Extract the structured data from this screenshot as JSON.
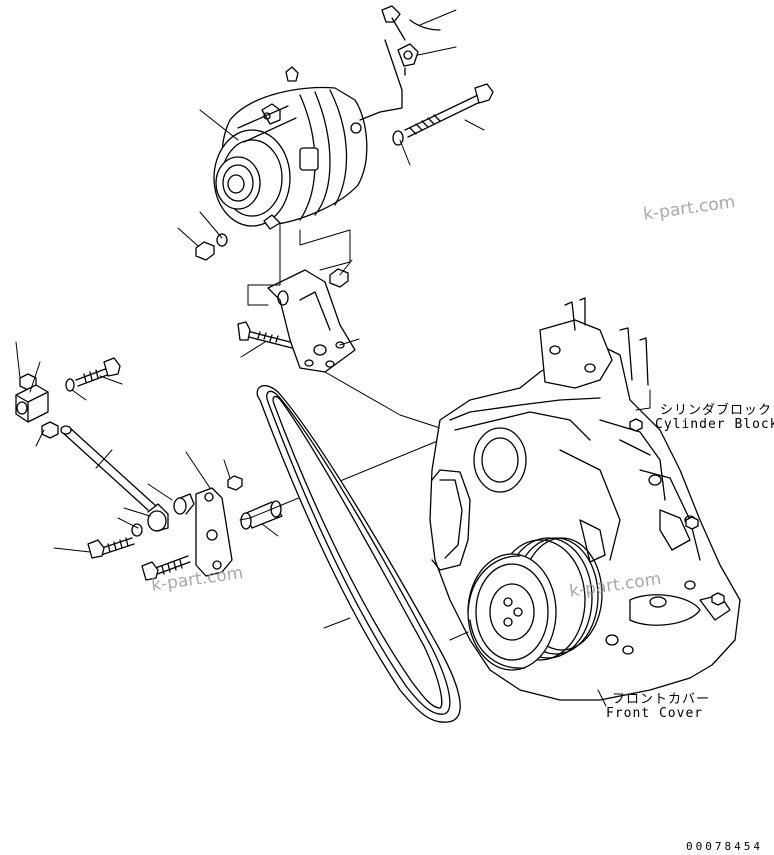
{
  "labels": {
    "cylinder_block_jp": "シリンダブロック",
    "cylinder_block_en": "Cylinder Block",
    "front_cover_jp": "フロントカバー",
    "front_cover_en": "Front Cover"
  },
  "watermarks": [
    "k-part.com",
    "k-part.com",
    "k-part.com"
  ],
  "document_number": "00078454"
}
